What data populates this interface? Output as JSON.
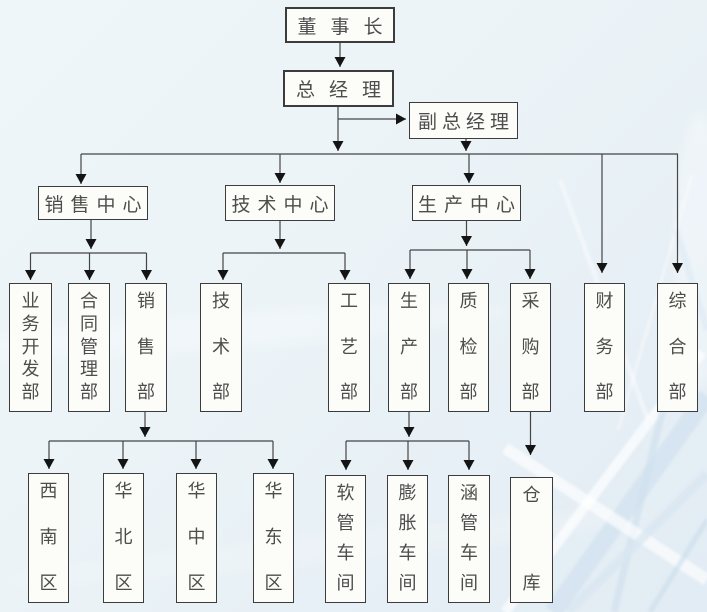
{
  "org_chart": {
    "nodes": {
      "chairman": "董事长",
      "general_manager": "总经理",
      "deputy_general_manager": "副总经理",
      "sales_center": "销售中心",
      "tech_center": "技术中心",
      "production_center": "生产中心",
      "business_dev_dept": "业务开发部",
      "contract_mgmt_dept": "合同管理部",
      "sales_dept": "销售部",
      "tech_dept": "技术部",
      "process_dept": "工艺部",
      "production_dept": "生产部",
      "quality_dept": "质检部",
      "purchasing_dept": "采购部",
      "finance_dept": "财务部",
      "general_affairs_dept": "综合部",
      "southwest_region": "西南区",
      "north_china_region": "华北区",
      "central_china_region": "华中区",
      "east_china_region": "华东区",
      "hose_workshop": "软管车间",
      "expansion_workshop": "膨胀车间",
      "culvert_workshop": "涵管车间",
      "warehouse": "仓库"
    },
    "colors": {
      "background": "#ebf3f7",
      "box_fill": "#fcfcf8",
      "box_border": "#3c3c3c",
      "line": "#454545",
      "arrowhead": "#141414",
      "text": "#4d4d4d",
      "decoration_beam": "#d2e2ef"
    }
  }
}
